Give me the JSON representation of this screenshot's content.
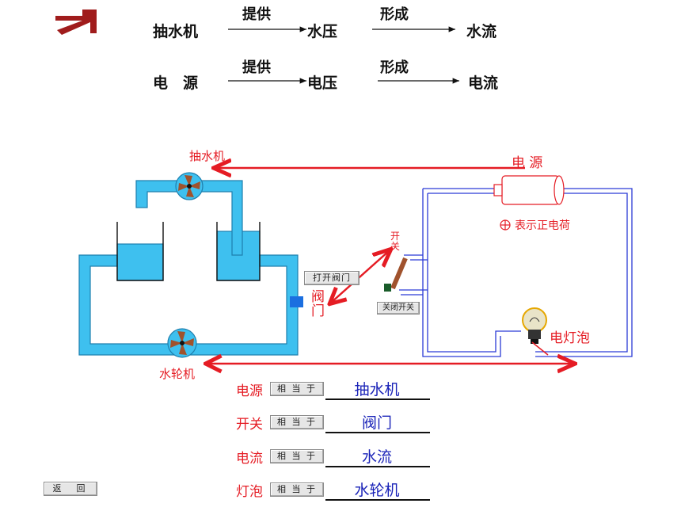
{
  "header": {
    "row1": {
      "left": "抽水机",
      "verb1": "提供",
      "middle": "水压",
      "verb2": "形成",
      "right": "水流"
    },
    "row2": {
      "left": "电　源",
      "verb1": "提供",
      "middle": "电压",
      "verb2": "形成",
      "right": "电流"
    }
  },
  "diagram": {
    "pump_label": "抽水机",
    "power_label": "电 源",
    "charge_note": "表示正电荷",
    "switch_label": "开\n关",
    "valve_label": "阀\n门",
    "bulb_label": "电灯泡",
    "turbine_label": "水轮机",
    "open_valve_button": "打开阀门",
    "close_switch_button": "关闭开关",
    "colors": {
      "water": "#3ec0ef",
      "circuit": "#2b3bd6",
      "arrow": "#e51c24",
      "valve": "#1b6fe0"
    }
  },
  "equivalences": [
    {
      "term": "电源",
      "relation": "相 当 于",
      "answer": "抽水机"
    },
    {
      "term": "开关",
      "relation": "相 当 于",
      "answer": "阀门"
    },
    {
      "term": "电流",
      "relation": "相 当 于",
      "answer": "水流"
    },
    {
      "term": "灯泡",
      "relation": "相 当 于",
      "answer": "水轮机"
    }
  ],
  "back_button": "返　回"
}
